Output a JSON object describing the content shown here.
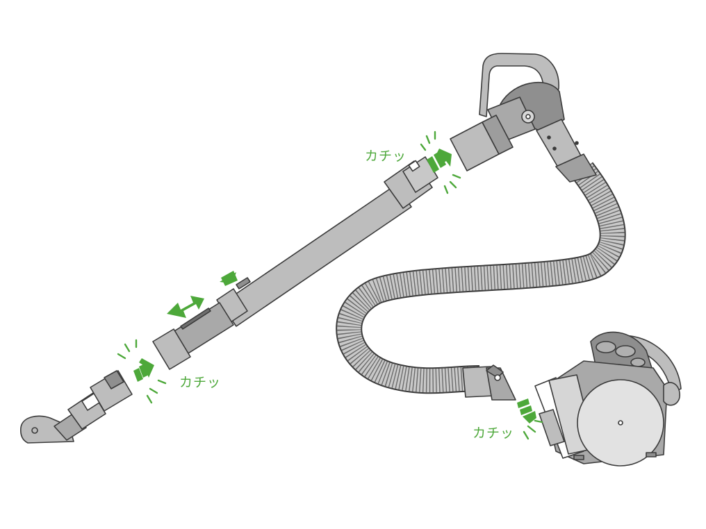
{
  "labels": {
    "click_1": "カチッ",
    "click_2": "カチッ",
    "click_3": "カチッ"
  },
  "colors": {
    "accent_green": "#4da83a",
    "body_gray": "#bdbdbd",
    "dark_gray": "#8e8e8e",
    "outline": "#3a3a3a",
    "canister_light": "#dedede"
  }
}
